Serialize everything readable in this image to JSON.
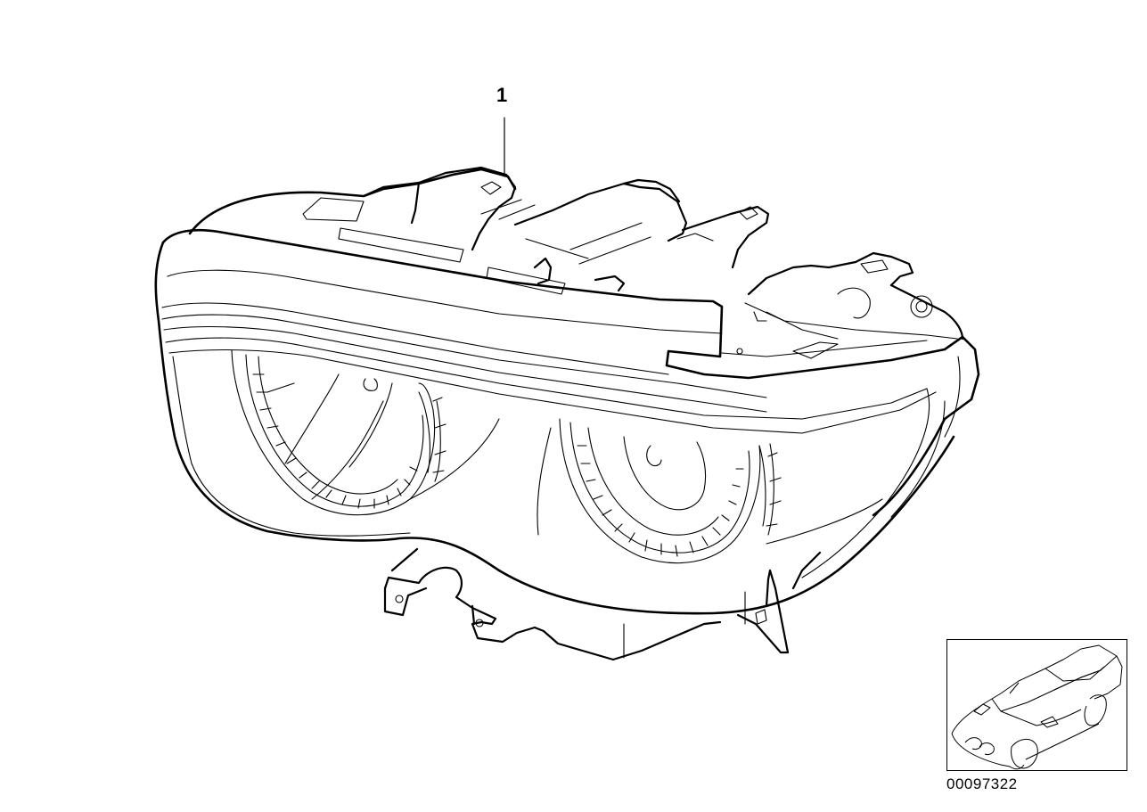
{
  "diagram": {
    "subject": "headlight-assembly",
    "callouts": [
      {
        "number": "1",
        "label_text": "1"
      }
    ],
    "line_color": "#000000",
    "background_color": "#ffffff"
  },
  "inset": {
    "subject": "vehicle-overview",
    "diagram_id": "00097322"
  }
}
